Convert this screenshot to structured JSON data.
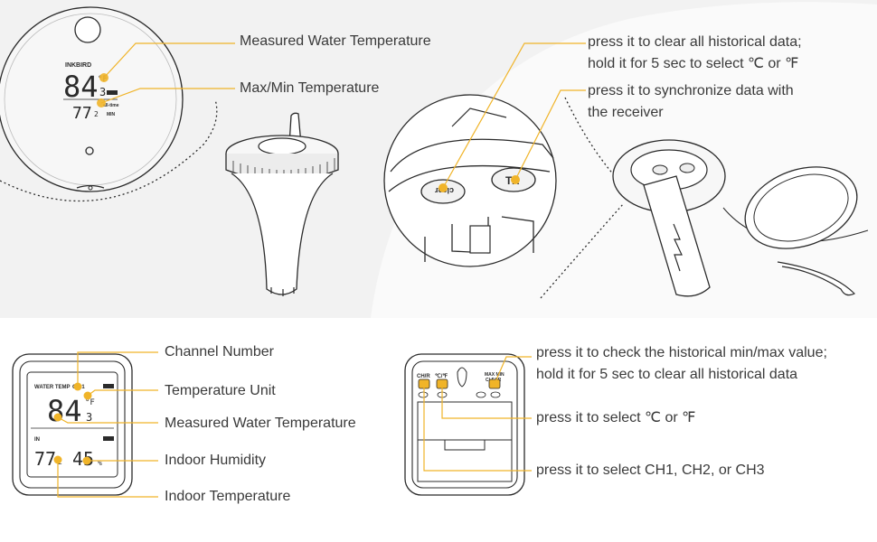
{
  "colors": {
    "accent": "#f0b429",
    "line": "#2b2b2b",
    "bg_top": "#f2f2f2"
  },
  "sensor": {
    "brand": "INKBIRD",
    "lcd_temp": "84",
    "lcd_temp_dec": "3",
    "lcd_low": "77",
    "lcd_low_dec": "2",
    "lcd_unit": "°F",
    "lcd_alltime": "all-time",
    "lcd_min": "MIN"
  },
  "labels": {
    "measured_water_temp_top": "Measured Water Temperature",
    "max_min_temp": "Max/Min Temperature",
    "clear_line1": "press it to clear all historical data;",
    "clear_line2": "hold it for 5 sec to select ℃ or ℉",
    "sync_line1": "press it to synchronize data with",
    "sync_line2": "the receiver",
    "channel_number": "Channel Number",
    "temperature_unit": "Temperature Unit",
    "measured_water_temp_bottom": "Measured Water Temperature",
    "indoor_humidity": "Indoor Humidity",
    "indoor_temperature": "Indoor Temperature",
    "maxmin_line1": "press it to check the historical min/max value;",
    "maxmin_line2": "hold it for 5 sec to clear all historical data",
    "select_unit": "press it to select  ℃ or ℉",
    "select_ch": "press it to select CH1, CH2, or CH3"
  },
  "closeup": {
    "btn_clear": "clear",
    "btn_tx": "TX"
  },
  "receiver": {
    "water_temp": "WATER TEMP",
    "ch": "CH 1",
    "temp": "84",
    "temp_dec": "3",
    "unit": "°F",
    "in": "IN",
    "indoor_temp": "77",
    "indoor_dec": "2",
    "humidity": "45",
    "pct": "%"
  },
  "receiver_back": {
    "btn_ch": "CH/R",
    "btn_unit": "℃/℉",
    "btn_maxmin_1": "MAX MIN",
    "btn_maxmin_2": "CLEAR"
  }
}
